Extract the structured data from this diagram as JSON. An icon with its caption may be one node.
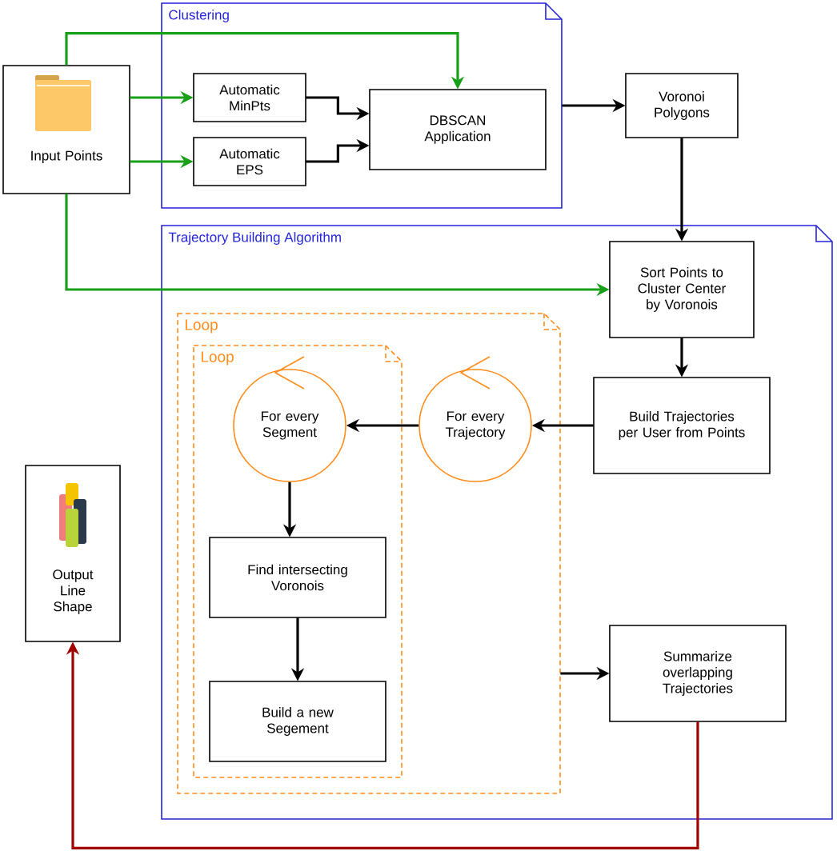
{
  "diagram": {
    "nodes": [
      {
        "text": [
          "Input Points"
        ]
      },
      {
        "text": [
          "Clustering"
        ]
      },
      {
        "text": [
          "Automatic MinPts"
        ],
        "in": 1
      },
      {
        "text": [
          "Automatic EPS"
        ],
        "in": 1
      },
      {
        "text": [
          "DBSCAN Application"
        ],
        "in": 1
      },
      {
        "text": [
          "Voronoi Polygons"
        ]
      },
      {
        "text": [
          "Trajectory Building Algorithm"
        ]
      },
      {
        "text": [
          "Sort Points to Cluster Center by Voronois"
        ],
        "in": 6
      },
      {
        "text": [
          "Loop"
        ],
        "in": 6
      },
      {
        "text": [
          "Loop"
        ],
        "in": 8
      },
      {
        "text": [
          "For every Trajectory"
        ],
        "in": 8
      },
      {
        "text": [
          "For every Segment"
        ],
        "in": 9
      },
      {
        "text": [
          "Find intersecting Voronois"
        ],
        "in": 9
      },
      {
        "text": [
          "Build a new Segement"
        ],
        "in": 9
      },
      {
        "text": [
          "Build Trajectories per User from Points"
        ],
        "in": 6
      },
      {
        "text": [
          "Summarize overlapping Trajectories"
        ],
        "in": 6
      },
      {
        "text": [
          "Output Line Shape"
        ]
      }
    ],
    "edges": [
      {
        "from": 0,
        "to": 4,
        "arrow": "to",
        "color": "#19a019"
      },
      {
        "from": 0,
        "to": 2,
        "arrow": "to",
        "color": "#19a019"
      },
      {
        "from": 0,
        "to": 3,
        "arrow": "to",
        "color": "#19a019"
      },
      {
        "from": 0,
        "to": 7,
        "arrow": "to",
        "color": "#19a019"
      },
      {
        "from": 2,
        "to": 4,
        "arrow": "to"
      },
      {
        "from": 3,
        "to": 4,
        "arrow": "to"
      },
      {
        "from": 1,
        "to": 5,
        "arrow": "to"
      },
      {
        "from": 5,
        "to": 7,
        "arrow": "to"
      },
      {
        "from": 7,
        "to": 14,
        "arrow": "to"
      },
      {
        "from": 14,
        "to": 10,
        "arrow": "to"
      },
      {
        "from": 10,
        "to": 11,
        "arrow": "to"
      },
      {
        "from": 11,
        "to": 12,
        "arrow": "to"
      },
      {
        "from": 12,
        "to": 13,
        "arrow": "to"
      },
      {
        "from": 8,
        "to": 15,
        "arrow": "to"
      },
      {
        "from": 15,
        "to": 16,
        "arrow": "to",
        "color": "#a00000"
      }
    ]
  }
}
